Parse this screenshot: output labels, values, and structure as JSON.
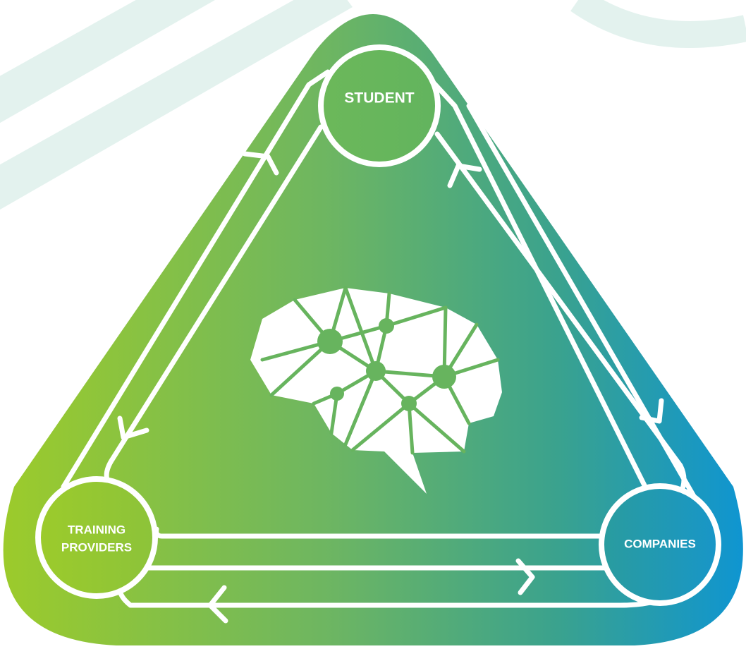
{
  "diagram": {
    "nodes": {
      "student": {
        "lines": [
          "STUDENT"
        ]
      },
      "training_providers": {
        "lines": [
          "TRAINING",
          "PROVIDERS"
        ]
      },
      "companies": {
        "lines": [
          "COMPANIES"
        ]
      }
    },
    "center_icon": "brain-network-icon",
    "colors": {
      "gradient_start": "#9ccb2b",
      "gradient_mid": "#5ab26a",
      "gradient_end": "#0f95d1",
      "background_stripes": "#e3f2ee",
      "lines": "#ffffff"
    }
  }
}
